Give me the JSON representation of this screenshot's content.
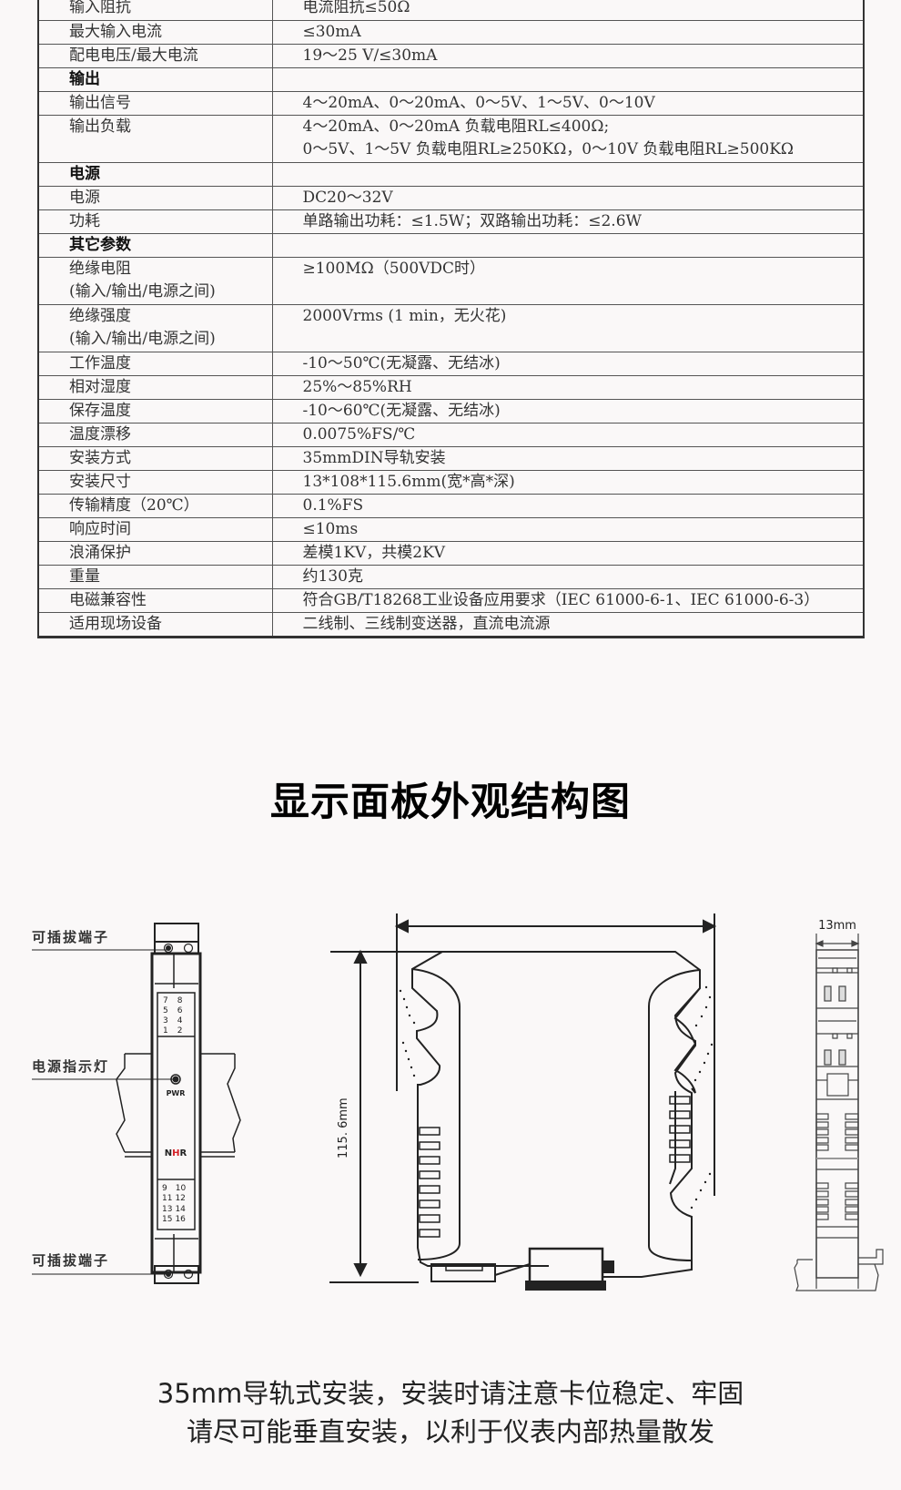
{
  "spec_table": {
    "rows": [
      {
        "key": "输入阻抗",
        "value": [
          "电流阻抗≤50Ω"
        ],
        "header": false
      },
      {
        "key": "最大输入电流",
        "value": [
          "≤30mA"
        ],
        "header": false
      },
      {
        "key": "配电电压/最大电流",
        "value": [
          "19～25 V/≤30mA"
        ],
        "header": false
      },
      {
        "key": "输出",
        "value": [
          ""
        ],
        "header": true
      },
      {
        "key": "输出信号",
        "value": [
          "4～20mA、0～20mA、0～5V、1～5V、0～10V"
        ],
        "header": false
      },
      {
        "key": "输出负载",
        "value": [
          "4～20mA、0～20mA 负载电阻RL≤400Ω;",
          "0～5V、1～5V 负载电阻RL≥250KΩ，0～10V 负载电阻RL≥500KΩ"
        ],
        "header": false
      },
      {
        "key": "电源",
        "value": [
          ""
        ],
        "header": true
      },
      {
        "key": "电源",
        "value": [
          "DC20～32V"
        ],
        "header": false
      },
      {
        "key": "功耗",
        "value": [
          "单路输出功耗：≤1.5W；双路输出功耗：≤2.6W"
        ],
        "header": false
      },
      {
        "key": "其它参数",
        "value": [
          ""
        ],
        "header": true
      },
      {
        "key": "绝缘电阻",
        "key2": "(输入/输出/电源之间)",
        "value": [
          "≥100MΩ（500VDC时）"
        ],
        "header": false
      },
      {
        "key": "绝缘强度",
        "key2": "(输入/输出/电源之间)",
        "value": [
          "2000Vrms (1 min，无火花)"
        ],
        "header": false
      },
      {
        "key": "工作温度",
        "value": [
          "-10～50℃(无凝露、无结冰)"
        ],
        "header": false
      },
      {
        "key": "相对湿度",
        "value": [
          "25%～85%RH"
        ],
        "header": false
      },
      {
        "key": "保存温度",
        "value": [
          "-10～60℃(无凝露、无结冰)"
        ],
        "header": false
      },
      {
        "key": "温度漂移",
        "value": [
          "0.0075%FS/℃"
        ],
        "header": false
      },
      {
        "key": "安装方式",
        "value": [
          "35mmDIN导轨安装"
        ],
        "header": false
      },
      {
        "key": "安装尺寸",
        "value": [
          "13*108*115.6mm(宽*高*深)"
        ],
        "header": false
      },
      {
        "key": "传输精度（20℃）",
        "value": [
          "0.1%FS"
        ],
        "header": false
      },
      {
        "key": "响应时间",
        "value": [
          "≤10ms"
        ],
        "header": false
      },
      {
        "key": "浪涌保护",
        "value": [
          "差模1KV，共模2KV"
        ],
        "header": false
      },
      {
        "key": "重量",
        "value": [
          "约130克"
        ],
        "header": false
      },
      {
        "key": "电磁兼容性",
        "value": [
          "符合GB/T18268工业设备应用要求（IEC 61000-6-1、IEC 61000-6-3）"
        ],
        "header": false
      },
      {
        "key": "适用现场设备",
        "value": [
          "二线制、三线制变送器，直流电流源"
        ],
        "header": false
      }
    ]
  },
  "section_title": "显示面板外观结构图",
  "front_view": {
    "callout_terminal_top": "可插拔端子",
    "callout_power_led": "电源指示灯",
    "callout_terminal_bottom": "可插拔端子",
    "terminals_top": [
      "7",
      "8",
      "5",
      "6",
      "3",
      "4",
      "1",
      "2"
    ],
    "terminals_bottom": [
      "9",
      "10",
      "11",
      "12",
      "13",
      "14",
      "15",
      "16"
    ],
    "led_label": "PWR",
    "logo": {
      "left": "N",
      "mid": "H",
      "right": "R",
      "accent_color": "#d42027"
    }
  },
  "side_view": {
    "depth_label": "115. 6mm"
  },
  "end_view": {
    "width_label": "13mm"
  },
  "bottom_note": {
    "line1": "35mm导轨式安装，安装时请注意卡位稳定、牢固",
    "line2": "请尽可能垂直安装，以利于仪表内部热量散发"
  }
}
